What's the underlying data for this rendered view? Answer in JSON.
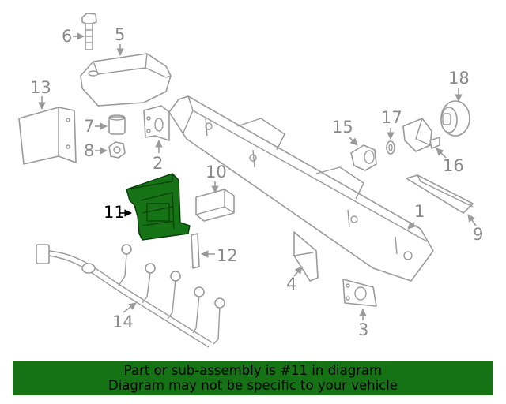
{
  "callouts": {
    "c1": "1",
    "c2": "2",
    "c3": "3",
    "c4": "4",
    "c5": "5",
    "c6": "6",
    "c7": "7",
    "c8": "8",
    "c9": "9",
    "c10": "10",
    "c11": "11",
    "c12": "12",
    "c13": "13",
    "c14": "14",
    "c15": "15",
    "c16": "16",
    "c17": "17",
    "c18": "18"
  },
  "highlighted_part": "11",
  "colors": {
    "highlight": "#157315",
    "line": "#9a9a9a",
    "banner": "#157315"
  },
  "banner": {
    "line1": "Part or sub-assembly is #11 in diagram",
    "line2": "Diagram may not be specific to your vehicle"
  }
}
